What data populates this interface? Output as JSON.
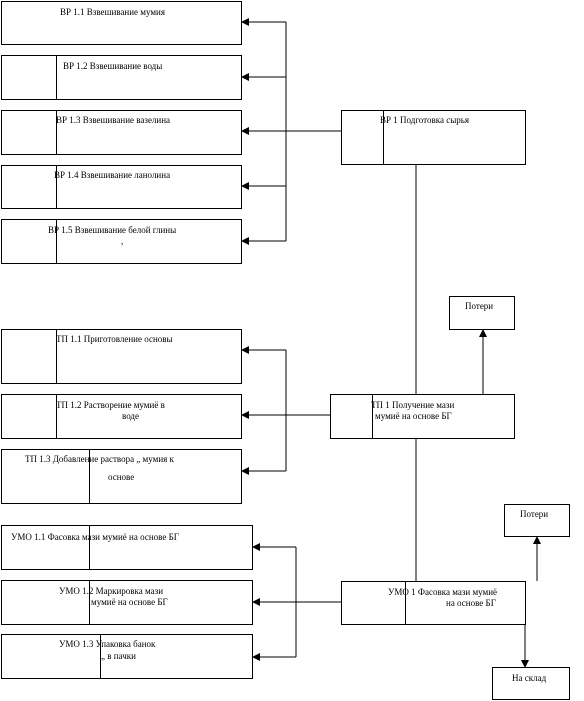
{
  "nodes": {
    "vr11": {
      "line1": "ВР 1.1    Взвешивание мумия"
    },
    "vr12": {
      "line1": "ВР 1.2    Взвешивание воды"
    },
    "vr13": {
      "line1": "ВР 1.3    Взвешивание вазелина"
    },
    "vr14": {
      "line1": "ВР 1.4    Взвешивание ланолина"
    },
    "vr15": {
      "line1": "ВР 1.5    Взвешивание белой глины",
      "line2": ","
    },
    "vr1": {
      "line1": "ВР 1    Подготовка сырья"
    },
    "poteri1": {
      "line1": "Потери"
    },
    "tp11": {
      "line1": "ТП 1.1    Приготовление основы"
    },
    "tp12": {
      "line1": "ТП 1.2     Растворение мумиё в",
      "line2": "воде"
    },
    "tp13": {
      "line1": "ТП 1.3            Добавление раствора „ мумия  к",
      "line2": "основе"
    },
    "tp1": {
      "line1": "ТП 1     Получение мази",
      "line2": "мумиё на основе БГ"
    },
    "umo11": {
      "line1": "УМО 1.1         Фасовка мази мумиё на             основе   БГ"
    },
    "umo12": {
      "line1": "УМО 1.2          Маркировка мази",
      "line2": "мумиё на  основе БГ"
    },
    "umo13": {
      "line1": "УМО 1.3          Упаковка банок",
      "line2": "„       в пачки"
    },
    "umo1": {
      "line1": "УМО 1      Фасовка мази мумиё",
      "line2": "на основе БГ"
    },
    "poteri2": {
      "line1": "Потери"
    },
    "sklad": {
      "line1": "На склад"
    }
  }
}
